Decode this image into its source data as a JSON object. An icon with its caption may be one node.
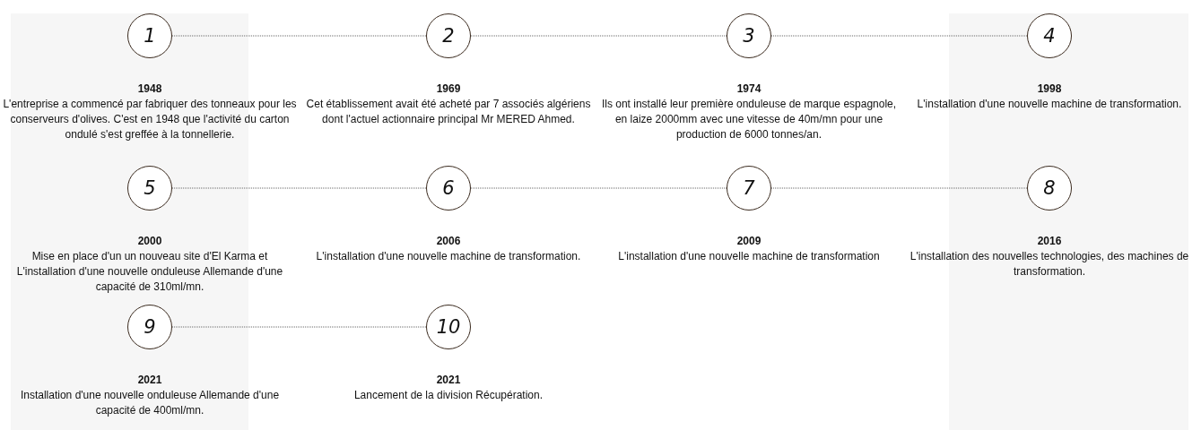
{
  "diagram": {
    "nodes": [
      {
        "text": [
          "1"
        ],
        "beside": [
          "1948",
          "L'entreprise a commencé par fabriquer des tonneaux pour les conserveurs d'olives. C'est en 1948 que l'activité du carton ondulé s'est greffée à la tonnellerie."
        ]
      },
      {
        "text": [
          "2"
        ],
        "beside": [
          "1969",
          "Cet établissement avait été acheté par 7 associés algériens dont l'actuel actionnaire principal Mr MERED Ahmed."
        ]
      },
      {
        "text": [
          "3"
        ],
        "beside": [
          "1974",
          "Ils ont installé leur première onduleuse de marque espagnole, en laize 2000mm avec une vitesse de 40m/mn pour une production de 6000 tonnes/an."
        ]
      },
      {
        "text": [
          "4"
        ],
        "beside": [
          "1998",
          "L'installation d'une nouvelle machine de transformation."
        ]
      },
      {
        "text": [
          "5"
        ],
        "beside": [
          "2000",
          "Mise en place d'un un nouveau site d'El Karma et L'installation d'une nouvelle onduleuse Allemande d'une capacité de 310ml/mn."
        ]
      },
      {
        "text": [
          "6"
        ],
        "beside": [
          "2006",
          "L'installation d'une nouvelle machine de transformation."
        ]
      },
      {
        "text": [
          "7"
        ],
        "beside": [
          "2009",
          "L'installation d'une nouvelle machine de transformation"
        ]
      },
      {
        "text": [
          "8"
        ],
        "beside": [
          "2016",
          "L'installation des nouvelles technologies, des machines de transformation."
        ]
      },
      {
        "text": [
          "9"
        ],
        "beside": [
          "2021",
          "Installation d'une nouvelle onduleuse Allemande d'une capacité de 400ml/mn."
        ]
      },
      {
        "text": [
          "10"
        ],
        "beside": [
          "2021",
          "Lancement de la division Récupération."
        ]
      }
    ],
    "edges": [
      {
        "from": 0,
        "to": 1,
        "arrow": "none"
      },
      {
        "from": 1,
        "to": 2,
        "arrow": "none"
      },
      {
        "from": 2,
        "to": 3,
        "arrow": "none"
      },
      {
        "from": 4,
        "to": 5,
        "arrow": "none"
      },
      {
        "from": 5,
        "to": 6,
        "arrow": "none"
      },
      {
        "from": 6,
        "to": 7,
        "arrow": "none"
      },
      {
        "from": 8,
        "to": 9,
        "arrow": "none"
      }
    ]
  }
}
